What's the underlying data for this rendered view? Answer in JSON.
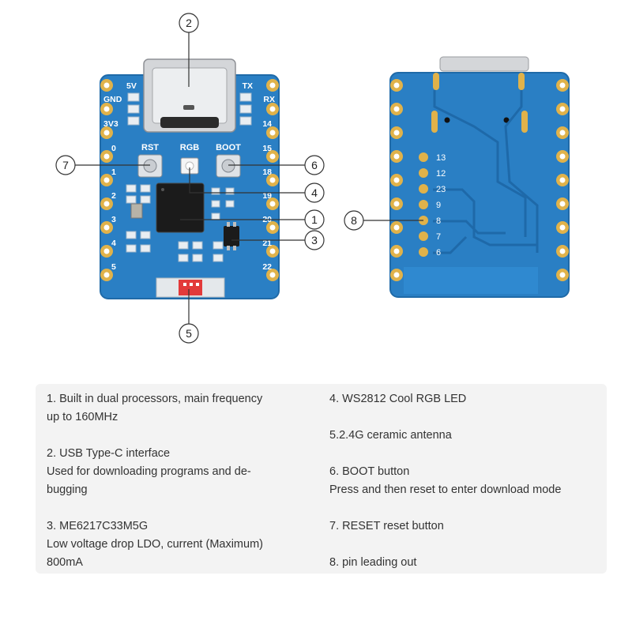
{
  "board_front": {
    "left_pins": [
      "5V",
      "GND",
      "3V3",
      "0",
      "1",
      "2",
      "3",
      "4",
      "5"
    ],
    "right_pins": [
      "TX",
      "RX",
      "14",
      "15",
      "18",
      "19",
      "20",
      "21",
      "22"
    ],
    "button_labels": {
      "rst": "RST",
      "rgb": "RGB",
      "boot": "BOOT"
    }
  },
  "board_back": {
    "pin_numbers": [
      "13",
      "12",
      "23",
      "9",
      "8",
      "7",
      "6"
    ]
  },
  "callouts": [
    "1",
    "2",
    "3",
    "4",
    "5",
    "6",
    "7",
    "8"
  ],
  "descriptions": {
    "left": [
      {
        "title": "1. Built in dual processors, main frequency\nup to 160MHz",
        "detail": ""
      },
      {
        "title": "2. USB Type-C interface",
        "detail": "Used for downloading programs and de-\nbugging"
      },
      {
        "title": "3. ME6217C33M5G",
        "detail": "Low voltage drop LDO, current (Maximum)\n800mA"
      }
    ],
    "right": [
      {
        "title": "4. WS2812 Cool RGB LED",
        "detail": ""
      },
      {
        "title": "5.2.4G ceramic antenna",
        "detail": ""
      },
      {
        "title": "6. BOOT button",
        "detail": "Press and then reset to enter download mode"
      },
      {
        "title": "7. RESET reset button",
        "detail": ""
      },
      {
        "title": "8. pin leading out",
        "detail": ""
      }
    ]
  },
  "colors": {
    "pcb_blue": "#2a7fc4",
    "pcb_edge": "#1f6aa8",
    "gold_pad": "#e0b24a",
    "chip_black": "#1b1b1b",
    "panel_bg": "#f3f3f3"
  }
}
